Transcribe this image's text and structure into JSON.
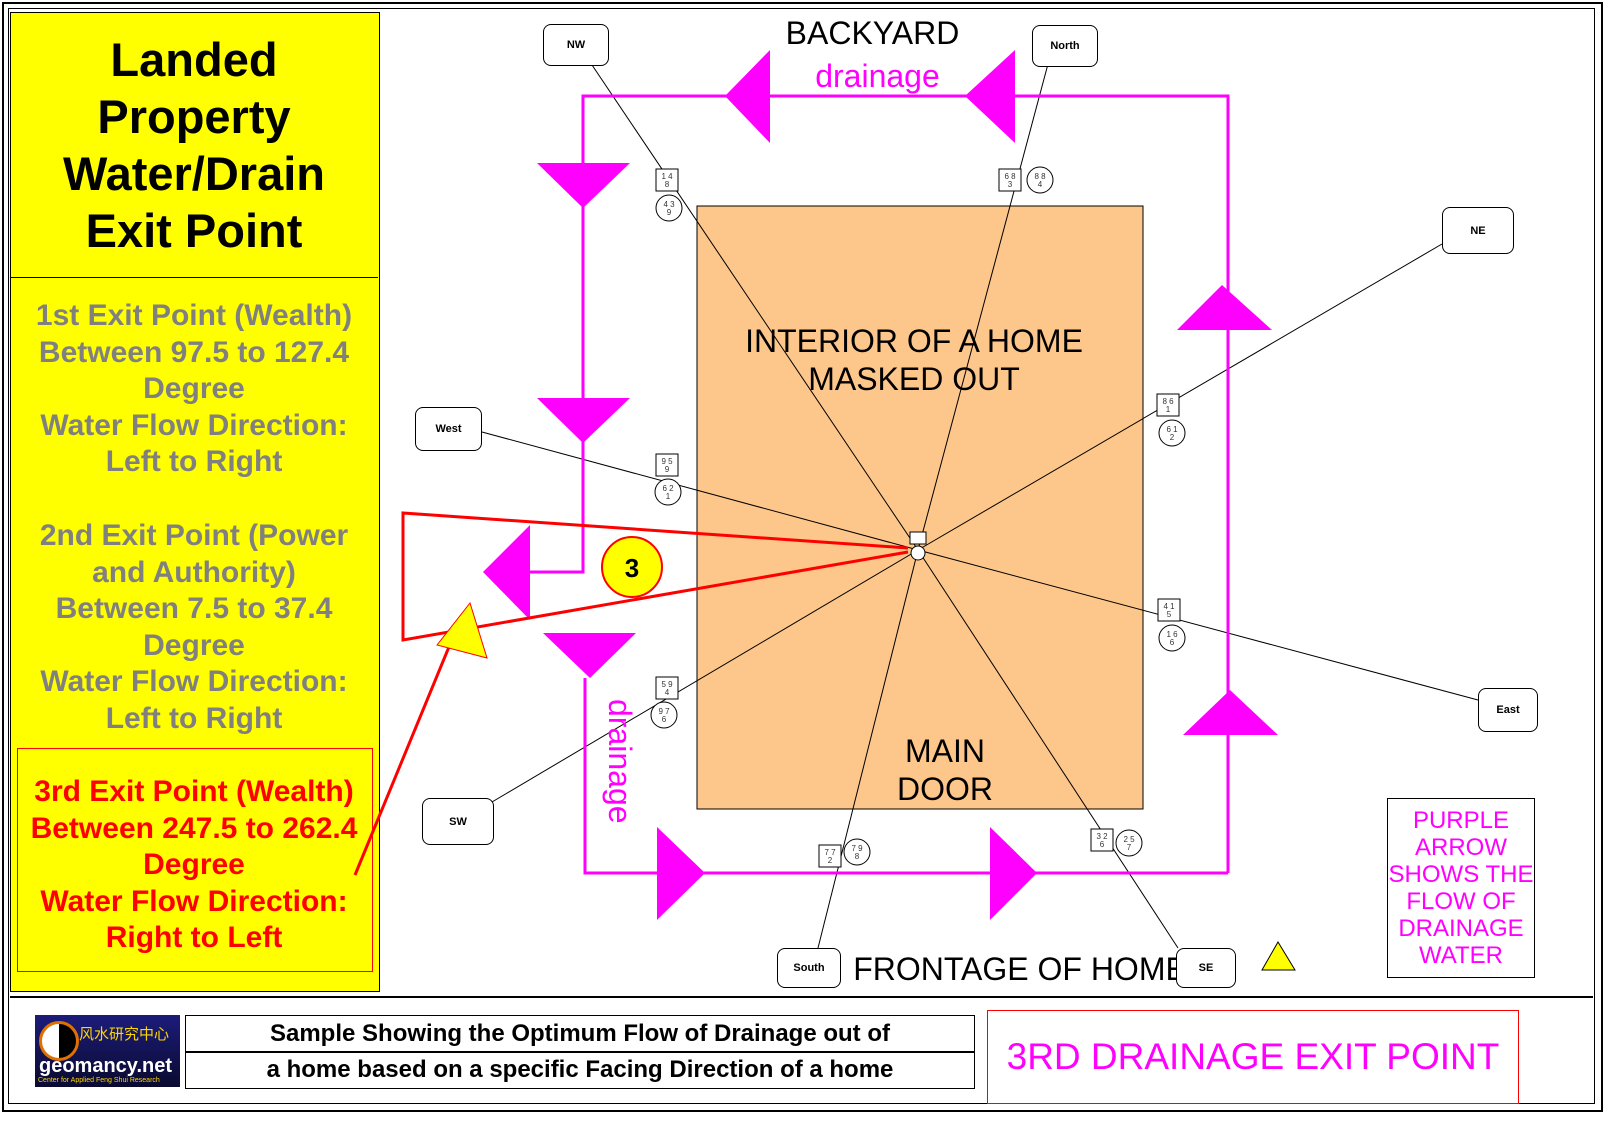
{
  "title": "Landed\nProperty\nWater/Drain\nExit Point",
  "exit1": "1st Exit Point (Wealth)\nBetween 97.5 to 127.4\nDegree\nWater Flow Direction:\nLeft to Right",
  "exit2": "2nd Exit Point (Power\nand Authority)\nBetween 7.5 to 37.4\nDegree\nWater Flow Direction:\nLeft to Right",
  "exit3": "3rd Exit Point (Wealth)\nBetween 247.5 to 262.4\nDegree\nWater Flow Direction:\nRight to Left",
  "diagram": {
    "backyard": "BACKYARD",
    "drainage_top": "drainage",
    "drainage_side": "drainage",
    "interior": "INTERIOR OF A HOME\nMASKED OUT",
    "main_door": "MAIN\nDOOR",
    "frontage": "FRONTAGE OF HOME",
    "exit_marker": "3",
    "directions": {
      "nw": "NW",
      "north": "North",
      "ne": "NE",
      "west": "West",
      "east": "East",
      "sw": "SW",
      "south": "South",
      "se": "SE"
    },
    "stars": [
      {
        "dir": "NW",
        "square": [
          "1 4",
          "8"
        ],
        "circle": [
          "4 3",
          "9"
        ]
      },
      {
        "dir": "North",
        "square": [
          "6 8",
          "3"
        ],
        "circle": [
          "8 8",
          "4"
        ]
      },
      {
        "dir": "NE",
        "square": [
          "8 6",
          "1"
        ],
        "circle": [
          "6 1",
          "2"
        ]
      },
      {
        "dir": "West",
        "square": [
          "9 5",
          "9"
        ],
        "circle": [
          "6 2",
          "1"
        ]
      },
      {
        "dir": "East",
        "square": [
          "4 1",
          "5"
        ],
        "circle": [
          "1 6",
          "6"
        ]
      },
      {
        "dir": "SW",
        "square": [
          "5 9",
          "4"
        ],
        "circle": [
          "9 7",
          "6"
        ]
      },
      {
        "dir": "South",
        "square": [
          "7 7",
          "2"
        ],
        "circle": [
          "7 9",
          "8"
        ]
      },
      {
        "dir": "SE",
        "square": [
          "3 2",
          "6"
        ],
        "circle": [
          "2 5",
          "7"
        ]
      }
    ],
    "legend": "PURPLE\nARROW\nSHOWS THE\nFLOW OF\nDRAINAGE\nWATER",
    "colors": {
      "drain": "#ff00ff",
      "house": "#fdc68a",
      "panel": "#ffff00",
      "exit": "#ff0000"
    }
  },
  "footer": {
    "caption1": "Sample Showing the Optimum Flow of Drainage out of",
    "caption2": "a home based on a specific Facing Direction of a home",
    "exit_label": "3RD  DRAINAGE EXIT POINT",
    "logo_text": "geomancy.net",
    "logo_chinese": "风水研究中心",
    "logo_sub": "Center for Applied Feng Shui Research"
  }
}
